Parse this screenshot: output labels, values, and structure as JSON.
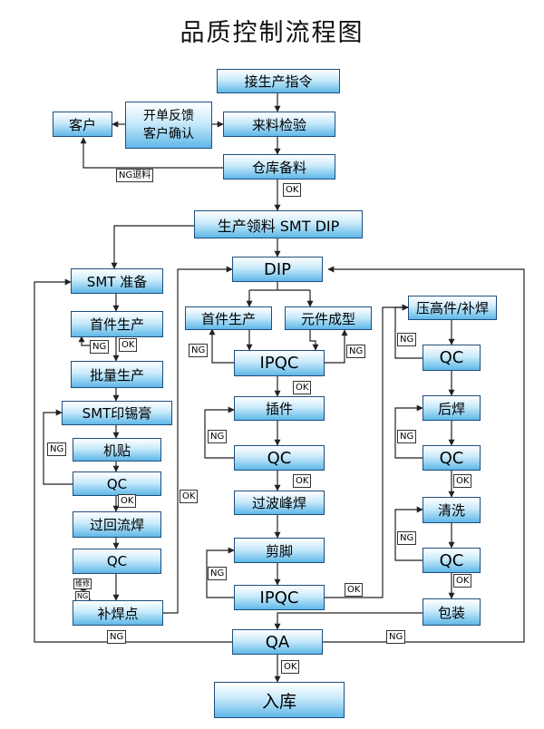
{
  "title": "品质控制流程图",
  "nodes": {
    "receive_order": "接生产指令",
    "incoming_inspection": "来料检验",
    "customer": "客户",
    "feedback_1": "开单反馈",
    "feedback_2": "客户确认",
    "warehouse_prep": "仓库备料",
    "material_pick": "生产领料 SMT DIP",
    "smt_prep": "SMT 准备",
    "smt_first_article": "首件生产",
    "smt_batch": "批量生产",
    "smt_print": "SMT印锡膏",
    "smt_mount": "机贴",
    "smt_qc1": "QC",
    "smt_reflow": "过回流焊",
    "smt_qc2": "QC",
    "smt_touchup": "补焊点",
    "dip": "DIP",
    "dip_first_article": "首件生产",
    "dip_component_form": "元件成型",
    "dip_ipqc1": "IPQC",
    "dip_insert": "插件",
    "dip_qc": "QC",
    "dip_wave": "过波峰焊",
    "dip_trim": "剪脚",
    "dip_ipqc2": "IPQC",
    "post_press": "压高件/补焊",
    "post_qc1": "QC",
    "post_back_solder": "后焊",
    "post_qc2": "QC",
    "post_clean": "清洗",
    "post_qc3": "QC",
    "post_pack": "包装",
    "qa": "QA",
    "store": "入库"
  },
  "tags": {
    "ng_return": "NG退料",
    "ok": "OK",
    "ng": "NG",
    "repair": "维修"
  }
}
